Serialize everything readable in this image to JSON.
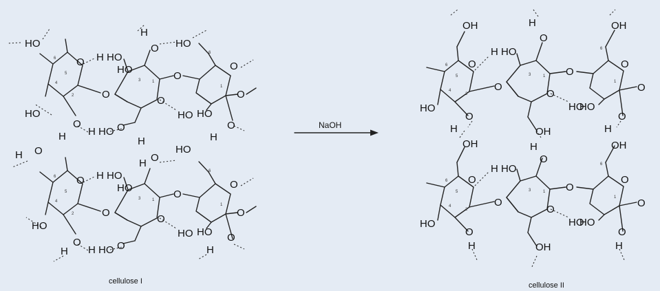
{
  "reagent": "NaOH",
  "captions": {
    "left": "cellulose I",
    "right": "cellulose II"
  },
  "labels": {
    "OH": "OH",
    "HO": "HO",
    "O": "O",
    "H": "H",
    "HHO": "H HO",
    "HOH": "HO H"
  },
  "ring_numbers": [
    "1",
    "2",
    "3",
    "4",
    "5",
    "6"
  ],
  "colors": {
    "background": "#e4ebf4",
    "ink": "#111111"
  }
}
